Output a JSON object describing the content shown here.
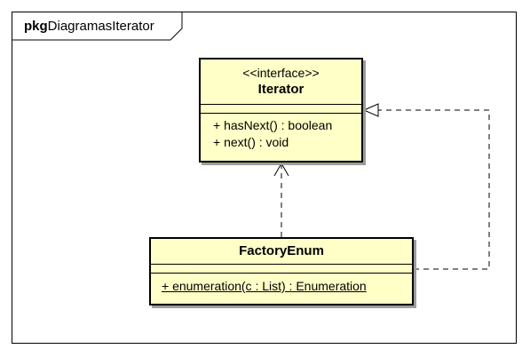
{
  "package": {
    "keyword": "pkg",
    "name": "DiagramasIterator"
  },
  "classes": [
    {
      "stereotype": "<<interface>>",
      "name": "Iterator",
      "operations": [
        "+ hasNext() : boolean",
        "+ next() : void"
      ]
    },
    {
      "name": "FactoryEnum",
      "operations": [
        "+ enumeration(c : List) : Enumeration"
      ]
    }
  ],
  "relationships": [
    {
      "type": "dependency",
      "from": "FactoryEnum",
      "to": "Iterator"
    },
    {
      "type": "realization",
      "from": "FactoryEnum",
      "to": "Iterator"
    }
  ],
  "colors": {
    "class_fill": "#ffffc8",
    "line": "#000000",
    "shadow": "#9c9c9c"
  }
}
